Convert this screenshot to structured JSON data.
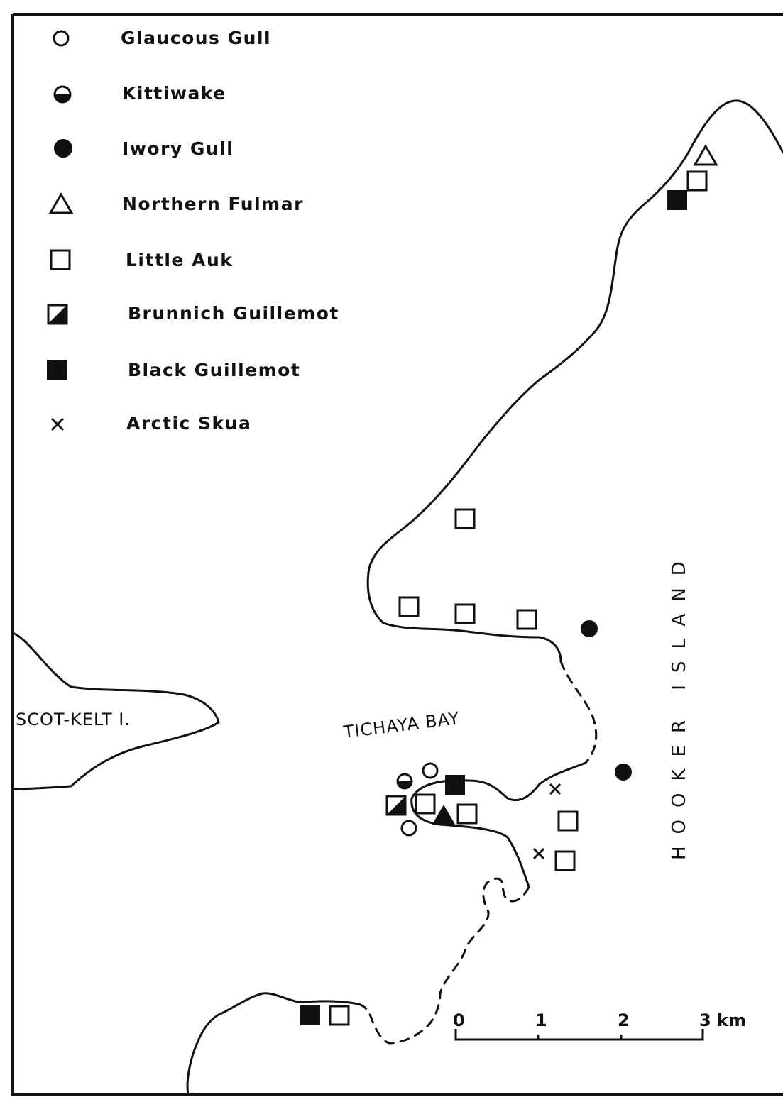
{
  "legend": [
    {
      "species": "Glaucous Gull",
      "symbol": "open-circle"
    },
    {
      "species": "Kittiwake",
      "symbol": "half-filled-circle"
    },
    {
      "species": "Iwory Gull",
      "symbol": "filled-circle"
    },
    {
      "species": "Northern Fulmar",
      "symbol": "open-triangle"
    },
    {
      "species": "Little Auk",
      "symbol": "open-square"
    },
    {
      "species": "Brunnich Guillemot",
      "symbol": "half-filled-square"
    },
    {
      "species": "Black Guillemot",
      "symbol": "filled-square"
    },
    {
      "species": "Arctic Skua",
      "symbol": "cross"
    }
  ],
  "places": {
    "island_west": "SCOT-KELT I.",
    "bay": "TICHAYA BAY",
    "island_main": "HOOKER ISLAND"
  },
  "scale_bar": {
    "ticks": [
      "0",
      "1",
      "2"
    ],
    "end_label": "3 km"
  },
  "colors": {
    "ink": "#111111",
    "paper": "#ffffff"
  }
}
